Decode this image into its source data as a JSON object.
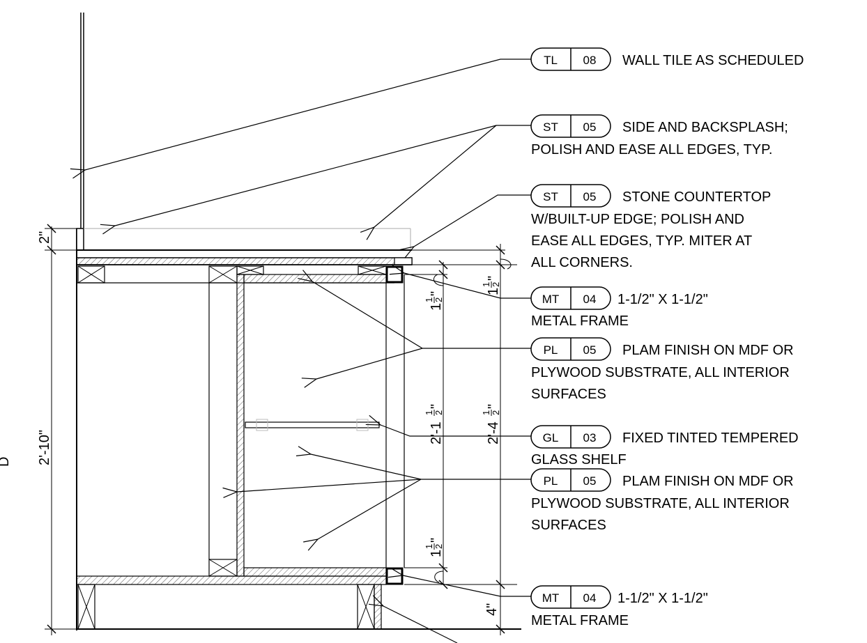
{
  "callouts": [
    {
      "code": "TL",
      "num": "08",
      "lines": [
        "WALL TILE AS SCHEDULED"
      ]
    },
    {
      "code": "ST",
      "num": "05",
      "lines": [
        "SIDE AND BACKSPLASH;",
        "POLISH AND EASE ALL EDGES, TYP."
      ]
    },
    {
      "code": "ST",
      "num": "05",
      "lines": [
        "STONE COUNTERTOP",
        "W/BUILT-UP EDGE; POLISH AND",
        "EASE ALL EDGES, TYP. MITER AT",
        "ALL CORNERS."
      ]
    },
    {
      "code": "MT",
      "num": "04",
      "lines": [
        "1-1/2\" X 1-1/2\"",
        "METAL FRAME"
      ]
    },
    {
      "code": "PL",
      "num": "05",
      "lines": [
        "PLAM FINISH ON MDF OR",
        "PLYWOOD SUBSTRATE, ALL INTERIOR",
        "SURFACES"
      ]
    },
    {
      "code": "GL",
      "num": "03",
      "lines": [
        "FIXED TINTED TEMPERED",
        "GLASS SHELF"
      ]
    },
    {
      "code": "PL",
      "num": "05",
      "lines": [
        "PLAM FINISH ON MDF OR",
        "PLYWOOD SUBSTRATE, ALL INTERIOR",
        "SURFACES"
      ]
    },
    {
      "code": "MT",
      "num": "04",
      "lines": [
        "1-1/2\" X 1-1/2\"",
        "METAL FRAME"
      ]
    }
  ],
  "dimensions": {
    "overall_height": "2'-10\"",
    "backsplash_height": "2\"",
    "base_height": "4\"",
    "top_frame_left": "1",
    "top_frame_right": "1",
    "bottom_frame": "1",
    "cabinet_inner": "2'-1",
    "cabinet_outer": "2'-4",
    "half_num": "1",
    "half_den": "2",
    "inch": "\""
  },
  "edge_mark": "D"
}
